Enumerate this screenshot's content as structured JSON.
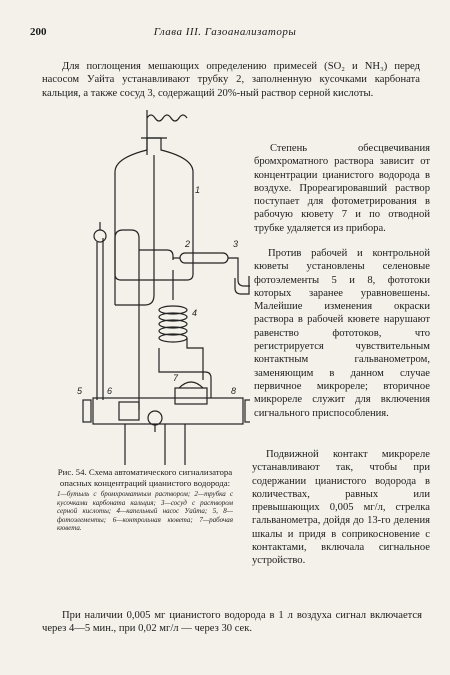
{
  "header": {
    "page_number": "200",
    "title": "Глава III. Газоанализаторы"
  },
  "paragraphs": {
    "intro": "Для поглощения мешающих определению примесей (SO₂ и NH₃) перед насосом Уайта устанавливают трубку 2, заполненную кусочками карбоната кальция, а также сосуд 3, содержащий 20%-ный раствор серной кислоты.",
    "discoloration": "Степень обесцвечивания бромхроматного раствора зависит от концентрации цианистого водорода в воздухе. Прореагировавший раствор поступает для фотометрирования в рабочую кювету 7 и по отводной трубке удаляется из прибора.",
    "photocells": "Против рабочей и контрольной кюветы установлены селеновые фотоэлементы 5 и 8, фототоки которых заранее уравновешены. Малейшие изменения окраски раствора в рабочей кювете нарушают равенство фототоков, что регистрируется чувствительным контактным гальванометром, заменяющим в данном случае первичное микрореле; вторичное микрореле служит для включения сигнального приспособления.",
    "contact": "Подвижной контакт микрореле устанавливают так, чтобы при содержании цианистого водорода в количествах, равных или превышающих 0,005 мг/л, стрелка гальванометра, дойдя до 13-го деления шкалы и придя в соприкосновение с контактами, включала сигнальное устройство.",
    "closing": "При наличии 0,005 мг цианистого водорода в 1 л воздуха сигнал включается через 4—5 мин., при 0,02 мг/л — через 30 сек."
  },
  "figure": {
    "labels": [
      "1",
      "2",
      "3",
      "4",
      "5",
      "6",
      "7",
      "8"
    ],
    "caption_title": "Рис. 54. Схема автоматического сигнализатора опасных концентраций цианистого водорода:",
    "caption_legend": "1—бутыль с бромхроматным раствором; 2—трубка с кусочками карбоната кальция; 3—сосуд с раствором серной кислоты; 4—капельный насос Уайта; 5, 8—фотоэлементы; 6—контрольная кювета; 7—рабочая кювета."
  }
}
